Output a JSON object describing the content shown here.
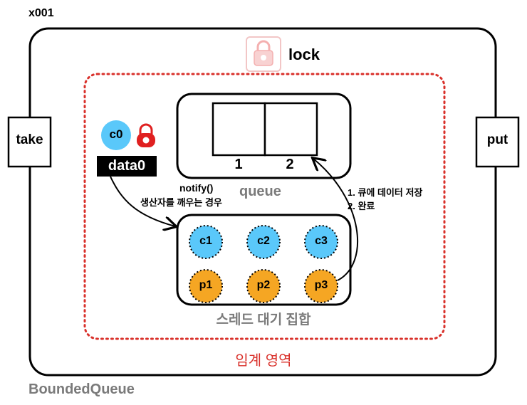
{
  "object_id": "x001",
  "class_name": "BoundedQueue",
  "lock": {
    "label": "lock",
    "icon": "lock-icon",
    "color": "#f4c7c7"
  },
  "methods": {
    "take": "take",
    "put": "put"
  },
  "critical_section": {
    "label": "임계 영역",
    "color": "#d9312b"
  },
  "queue": {
    "label": "queue",
    "slots": [
      "1",
      "2"
    ]
  },
  "consumer": {
    "name": "c0",
    "held_lock_icon": "lock-icon",
    "held_lock_color": "#e02020",
    "data": "data0"
  },
  "notify": {
    "call": "notify()",
    "desc": "생산자를 깨우는 경우"
  },
  "producer_steps": [
    "1.  큐에 데이터 저장",
    "2.  완료"
  ],
  "wait_set": {
    "label": "스레드 대기 집합",
    "consumers": [
      "c1",
      "c2",
      "c3"
    ],
    "producers": [
      "p1",
      "p2",
      "p3"
    ]
  },
  "colors": {
    "consumer": "#5ac8fa",
    "producer": "#f5a623"
  }
}
